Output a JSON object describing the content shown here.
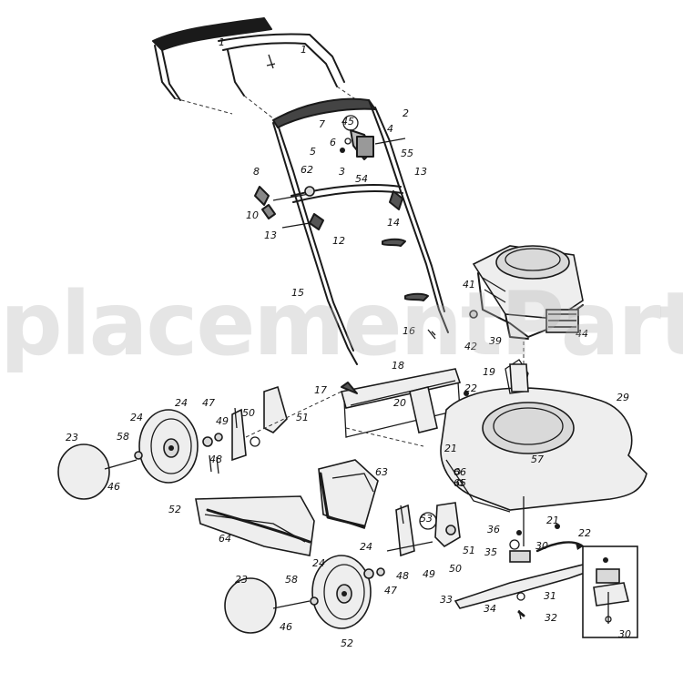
{
  "watermark": "placementParts.c",
  "labels": [
    {
      "id": "1a",
      "text": "1"
    },
    {
      "id": "1b",
      "text": "1"
    },
    {
      "id": "7a",
      "text": "7"
    },
    {
      "id": "2",
      "text": "2"
    },
    {
      "id": "45",
      "text": "45"
    },
    {
      "id": "4",
      "text": "4"
    },
    {
      "id": "6",
      "text": "6"
    },
    {
      "id": "5",
      "text": "5"
    },
    {
      "id": "55",
      "text": "55"
    },
    {
      "id": "3",
      "text": "3"
    },
    {
      "id": "54",
      "text": "54"
    },
    {
      "id": "8",
      "text": "8"
    },
    {
      "id": "62",
      "text": "62"
    },
    {
      "id": "13a",
      "text": "13"
    },
    {
      "id": "10",
      "text": "10"
    },
    {
      "id": "13b",
      "text": "13"
    },
    {
      "id": "12",
      "text": "12"
    },
    {
      "id": "14",
      "text": "14"
    },
    {
      "id": "15",
      "text": "15"
    },
    {
      "id": "41",
      "text": "41"
    },
    {
      "id": "16",
      "text": "16"
    },
    {
      "id": "42",
      "text": "42"
    },
    {
      "id": "39",
      "text": "39"
    },
    {
      "id": "44",
      "text": "44"
    },
    {
      "id": "18",
      "text": "18"
    },
    {
      "id": "19",
      "text": "19"
    },
    {
      "id": "17",
      "text": "17"
    },
    {
      "id": "20",
      "text": "20"
    },
    {
      "id": "29",
      "text": "29"
    },
    {
      "id": "22a",
      "text": "22"
    },
    {
      "id": "21a",
      "text": "21"
    },
    {
      "id": "24a",
      "text": "24"
    },
    {
      "id": "47a",
      "text": "47"
    },
    {
      "id": "50a",
      "text": "50"
    },
    {
      "id": "51a",
      "text": "51"
    },
    {
      "id": "49a",
      "text": "49"
    },
    {
      "id": "24b",
      "text": "24"
    },
    {
      "id": "23a",
      "text": "23"
    },
    {
      "id": "58a",
      "text": "58"
    },
    {
      "id": "48a",
      "text": "48"
    },
    {
      "id": "46a",
      "text": "46"
    },
    {
      "id": "52a",
      "text": "52"
    },
    {
      "id": "66",
      "text": "66"
    },
    {
      "id": "65",
      "text": "65"
    },
    {
      "id": "57",
      "text": "57"
    },
    {
      "id": "63",
      "text": "63"
    },
    {
      "id": "64",
      "text": "64"
    },
    {
      "id": "53",
      "text": "53"
    },
    {
      "id": "36",
      "text": "36"
    },
    {
      "id": "22b",
      "text": "22"
    },
    {
      "id": "21b",
      "text": "21"
    },
    {
      "id": "35",
      "text": "35"
    },
    {
      "id": "30a",
      "text": "30"
    },
    {
      "id": "51b",
      "text": "51"
    },
    {
      "id": "50b",
      "text": "50"
    },
    {
      "id": "49b",
      "text": "49"
    },
    {
      "id": "48b",
      "text": "48"
    },
    {
      "id": "47b",
      "text": "47"
    },
    {
      "id": "24c",
      "text": "24"
    },
    {
      "id": "24d",
      "text": "24"
    },
    {
      "id": "23b",
      "text": "23"
    },
    {
      "id": "58b",
      "text": "58"
    },
    {
      "id": "46b",
      "text": "46"
    },
    {
      "id": "52b",
      "text": "52"
    },
    {
      "id": "33",
      "text": "33"
    },
    {
      "id": "31",
      "text": "31"
    },
    {
      "id": "34",
      "text": "34"
    },
    {
      "id": "32",
      "text": "32"
    },
    {
      "id": "30b",
      "text": "30"
    }
  ]
}
